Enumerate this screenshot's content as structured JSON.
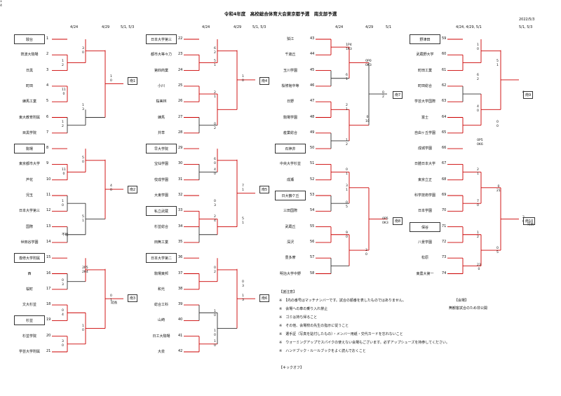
{
  "title": "令和4年度　高校総合体育大会東京都予選　南支部予選",
  "date": "2022/5/3",
  "headers": {
    "b1": [
      "4/24",
      "4/29",
      "5/1, 5/3"
    ],
    "b2": [
      "4/24",
      "4/29",
      "5/1, 5/3"
    ],
    "b3": [
      "4/24",
      "4/29",
      "5/1"
    ],
    "b4": [
      "4/24, 4/29, 5/1",
      "5/1, 5/3"
    ]
  },
  "teams": [
    {
      "n": "1",
      "name": "駿台",
      "seed": true
    },
    {
      "n": "2",
      "name": "筑波大駒場"
    },
    {
      "n": "3",
      "name": "日黒"
    },
    {
      "n": "4",
      "name": "町田"
    },
    {
      "n": "5",
      "name": "練馬工業"
    },
    {
      "n": "6",
      "name": "東大教育附属"
    },
    {
      "n": "7",
      "name": "目黒学院"
    },
    {
      "n": "8",
      "name": "駒場",
      "seed": true
    },
    {
      "n": "9",
      "name": "東京都市大学"
    },
    {
      "n": "10",
      "name": "芦花"
    },
    {
      "n": "11",
      "name": "児玉"
    },
    {
      "n": "12",
      "name": "日本大学第三"
    },
    {
      "n": "13",
      "name": "国際"
    },
    {
      "n": "14",
      "name": "世田谷学園"
    },
    {
      "n": "15",
      "name": "専修大学附属",
      "seed": true
    },
    {
      "n": "16",
      "name": "西"
    },
    {
      "n": "17",
      "name": "桜町"
    },
    {
      "n": "18",
      "name": "文大杉並"
    },
    {
      "n": "19",
      "name": "杉並",
      "seed": true
    },
    {
      "n": "20",
      "name": "杉並学院"
    },
    {
      "n": "21",
      "name": "学芸大学附属"
    },
    {
      "n": "22",
      "name": "日本大学第三",
      "seed": true
    },
    {
      "n": "23",
      "name": "都市大等々力"
    },
    {
      "n": "24",
      "name": "第四商業"
    },
    {
      "n": "25",
      "name": "小川"
    },
    {
      "n": "26",
      "name": "桜美林"
    },
    {
      "n": "27",
      "name": "練馬"
    },
    {
      "n": "28",
      "name": "井草"
    },
    {
      "n": "29",
      "name": "早大学院",
      "seed": true
    },
    {
      "n": "30",
      "name": "宝仙学園"
    },
    {
      "n": "31",
      "name": "佼成学園"
    },
    {
      "n": "32",
      "name": "大東学園"
    },
    {
      "n": "33",
      "name": "私立武蔵",
      "seed": true
    },
    {
      "n": "34",
      "name": "杉並総合"
    },
    {
      "n": "35",
      "name": "田無工業"
    },
    {
      "n": "36",
      "name": "日本大学第二",
      "seed": true
    },
    {
      "n": "37",
      "name": "駒場東邦"
    },
    {
      "n": "38",
      "name": "和光"
    },
    {
      "n": "39",
      "name": "総合工科"
    },
    {
      "n": "40",
      "name": "山崎"
    },
    {
      "n": "41",
      "name": "日工大駒場"
    },
    {
      "n": "42",
      "name": "大泉"
    },
    {
      "n": "43",
      "name": "狛江"
    },
    {
      "n": "44",
      "name": "千歳丘"
    },
    {
      "n": "45",
      "name": "玉川学園"
    },
    {
      "n": "46",
      "name": "桜修館中等"
    },
    {
      "n": "47",
      "name": "日野"
    },
    {
      "n": "48",
      "name": "駒場学園"
    },
    {
      "n": "49",
      "name": "産業総合"
    },
    {
      "n": "50",
      "name": "石神井",
      "seed": true
    },
    {
      "n": "51",
      "name": "中央大学杉並"
    },
    {
      "n": "52",
      "name": "成瀬"
    },
    {
      "n": "53",
      "name": "日大鶴ケ丘",
      "seed": true
    },
    {
      "n": "54",
      "name": "三田国際"
    },
    {
      "n": "55",
      "name": "武蔵丘"
    },
    {
      "n": "56",
      "name": "深沢"
    },
    {
      "n": "57",
      "name": "豊多摩"
    },
    {
      "n": "58",
      "name": "明治大学中野"
    },
    {
      "n": "59",
      "name": "野津田",
      "seed": true
    },
    {
      "n": "60",
      "name": "武蔵野大学"
    },
    {
      "n": "61",
      "name": "町田工業"
    },
    {
      "n": "62",
      "name": "町田総合"
    },
    {
      "n": "63",
      "name": "学芸大学国際"
    },
    {
      "n": "64",
      "name": "富士"
    },
    {
      "n": "65",
      "name": "自由ヶ丘学園"
    },
    {
      "n": "66",
      "name": "成城学園"
    },
    {
      "n": "67",
      "name": "日體日本大学"
    },
    {
      "n": "68",
      "name": "東京立正"
    },
    {
      "n": "69",
      "name": "科学技術学園"
    },
    {
      "n": "70",
      "name": "日本学園"
    },
    {
      "n": "71",
      "name": "保谷",
      "seed": true
    },
    {
      "n": "72",
      "name": "八景学園"
    },
    {
      "n": "73",
      "name": "松原"
    },
    {
      "n": "74",
      "name": "東農大第一"
    }
  ],
  "scores": [
    {
      "id": "s1",
      "t": "3\n0"
    },
    {
      "id": "s2",
      "t": "1\n2"
    },
    {
      "id": "s3",
      "t": "11\n0"
    },
    {
      "id": "s4",
      "t": "1\n2"
    },
    {
      "id": "s5",
      "t": "1\n3"
    },
    {
      "id": "s6",
      "t": "1\n0"
    },
    {
      "id": "s7",
      "t": "5\n0"
    },
    {
      "id": "s8",
      "t": "11\n0"
    },
    {
      "id": "s9",
      "t": "1\n0"
    },
    {
      "id": "s10",
      "t": "5\n1"
    },
    {
      "id": "s11",
      "t": "4\n0"
    },
    {
      "id": "s12",
      "t": "2P5\n2K4"
    },
    {
      "id": "s13",
      "t": "0\n3"
    },
    {
      "id": "s14",
      "t": "0\n4"
    },
    {
      "id": "s15",
      "t": "1\n0"
    },
    {
      "id": "s16",
      "t": "3\n0"
    },
    {
      "id": "s17",
      "t": "0\n1"
    },
    {
      "id": "s18",
      "t": "6\n2"
    },
    {
      "id": "s19",
      "t": "5\n1"
    },
    {
      "id": "s20",
      "t": "2\n1"
    },
    {
      "id": "s21",
      "t": "0\n2"
    },
    {
      "id": "s22",
      "t": "1\n0"
    },
    {
      "id": "s23",
      "t": "6\n0"
    },
    {
      "id": "s24",
      "t": "4\n0"
    },
    {
      "id": "s25",
      "t": "0\n3"
    },
    {
      "id": "s26",
      "t": "2\n4"
    },
    {
      "id": "s27",
      "t": "5\n1"
    },
    {
      "id": "s28",
      "t": "7\n1"
    },
    {
      "id": "s29",
      "t": "0\n2"
    },
    {
      "id": "s30",
      "t": "1\n0"
    },
    {
      "id": "s31",
      "t": "1\n0"
    },
    {
      "id": "s32",
      "t": "1\n0"
    },
    {
      "id": "s33",
      "t": "0\n3"
    },
    {
      "id": "s34",
      "t": "1\n3"
    },
    {
      "id": "s35",
      "t": "1P4\n1K3"
    },
    {
      "id": "s36",
      "t": "6\n1"
    },
    {
      "id": "s37",
      "t": "0P0\n0K3"
    },
    {
      "id": "s38",
      "t": "2\n1"
    },
    {
      "id": "s39",
      "t": "1\n2"
    },
    {
      "id": "s40",
      "t": "0\n10"
    },
    {
      "id": "s41",
      "t": "0\n2"
    },
    {
      "id": "s42",
      "t": "0\n1"
    },
    {
      "id": "s43",
      "t": "3\n1"
    },
    {
      "id": "s44",
      "t": "0\n5"
    },
    {
      "id": "s45",
      "t": "9\n0"
    },
    {
      "id": "s46",
      "t": "3\n0"
    },
    {
      "id": "s47",
      "t": "0P5\n0K3"
    },
    {
      "id": "s48",
      "t": "1\n0"
    },
    {
      "id": "s49",
      "t": "6\n2"
    },
    {
      "id": "s50",
      "t": "5\n1"
    },
    {
      "id": "s51",
      "t": "4\n0"
    },
    {
      "id": "s52",
      "t": "0P5\n0K6"
    },
    {
      "id": "s53",
      "t": "0\n0"
    },
    {
      "id": "s54",
      "t": "0\n1"
    },
    {
      "id": "s55",
      "t": "2\n1"
    },
    {
      "id": "s56",
      "t": "7\n0"
    },
    {
      "id": "s57",
      "t": "0\n21"
    },
    {
      "id": "s58",
      "t": "1\n2"
    },
    {
      "id": "s59",
      "t": "23\n0"
    },
    {
      "id": "s60",
      "t": "0\n5"
    },
    {
      "id": "s61",
      "t": "2\n0"
    },
    {
      "id": "s62",
      "t": "1\n4"
    }
  ],
  "courts": [
    "南1",
    "南2",
    "南3",
    "南4",
    "南5",
    "南6",
    "南7",
    "南8",
    "南9",
    "南10"
  ],
  "notes_title": "【諸注意】",
  "notes": [
    "※　【内の番号はマッチナンバーです。試合の順番を表したものではありません。",
    "※　会場への車の乗り入れ禁止",
    "※　ゴミは持ち帰ること",
    "※　その他、会場校の先生の指示に従うこと",
    "※　選手証（写真を貼付したもの）・メンバー用紙・交代カードを忘れないこと",
    "※　ウォーミングアップでスパイクの使えない会場もございます。必ずアップシューズを持参してください。",
    "※　ハンドブック・ルールブックをよく読んでおくこと"
  ],
  "kickoff": "【キックオフ】",
  "venue_title": "【会場】",
  "venue": "無観客試合のため非公開",
  "extra": {
    "enchou1": "延長",
    "enchou2": "延長",
    "fusen": "不戦"
  }
}
